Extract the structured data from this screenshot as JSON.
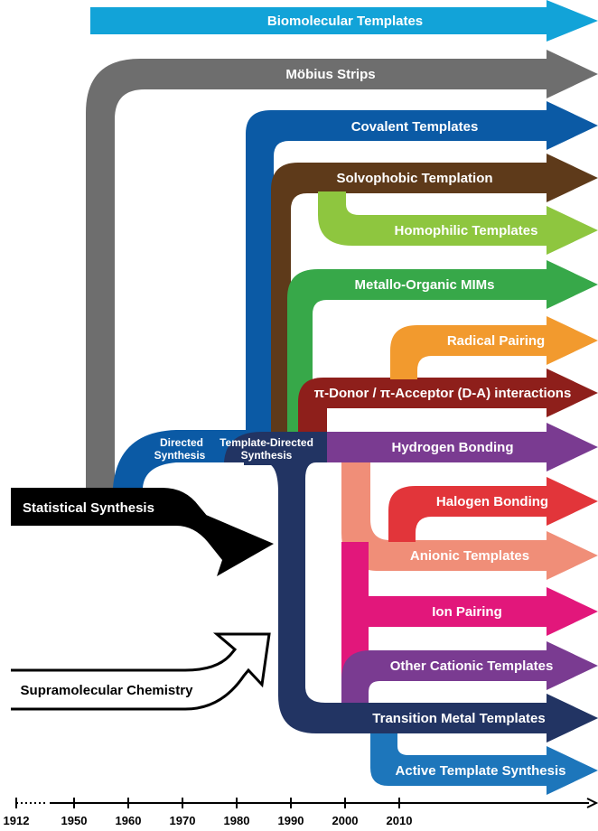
{
  "colors": {
    "biomolecular": "#12a3d8",
    "mobius": "#6e6e6e",
    "covalent": "#0b5aa5",
    "solvophobic": "#5e3a1a",
    "homophilic": "#8ec63f",
    "metallo": "#37a849",
    "radical": "#f29a2e",
    "donor_acceptor": "#8e1f1b",
    "hydrogen": "#7a3b91",
    "halogen": "#e2353a",
    "anionic": "#f08e78",
    "ion_pairing": "#e2177b",
    "other_cationic": "#7a3b91",
    "transition_metal": "#223463",
    "active_template": "#1d76bb",
    "statistical": "#000000",
    "directed": "#0b5aa5"
  },
  "labels": {
    "biomolecular": "Biomolecular Templates",
    "mobius": "Möbius Strips",
    "covalent": "Covalent Templates",
    "solvophobic": "Solvophobic Templation",
    "homophilic": "Homophilic Templates",
    "metallo": "Metallo-Organic MIMs",
    "radical": "Radical Pairing",
    "donor_acceptor": "π-Donor / π-Acceptor (D-A) interactions",
    "hydrogen": "Hydrogen Bonding",
    "halogen": "Halogen Bonding",
    "anionic": "Anionic Templates",
    "ion_pairing": "Ion Pairing",
    "other_cationic": "Other Cationic Templates",
    "transition_metal": "Transition Metal Templates",
    "active_template": "Active Template Synthesis",
    "statistical": "Statistical Synthesis",
    "supramolecular": "Supramolecular Chemistry",
    "directed_line1": "Directed",
    "directed_line2": "Synthesis",
    "template_directed_line1": "Template-Directed",
    "template_directed_line2": "Synthesis"
  },
  "timeline": {
    "ticks": [
      "1912",
      "1950",
      "1960",
      "1970",
      "1980",
      "1990",
      "2000",
      "2010"
    ]
  }
}
